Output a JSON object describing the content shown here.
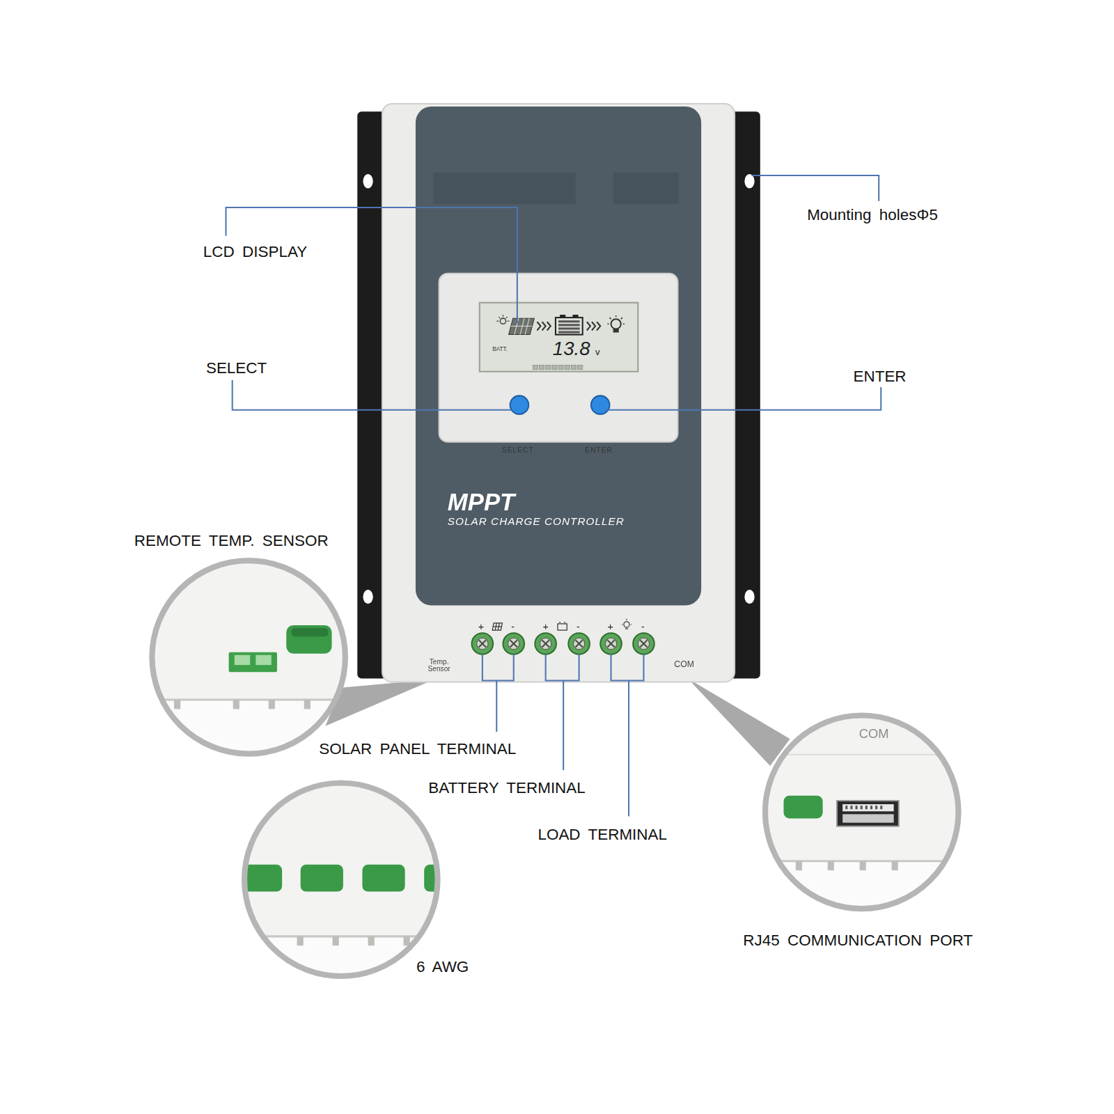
{
  "diagram": {
    "labels": [
      "LCD DISPLAY",
      "Mounting holesΦ5",
      "BATT.",
      "13.8",
      "v",
      "SELECT",
      "ENTER",
      "SELECT",
      "ENTER",
      "MPPT",
      "SOLAR CHARGE CONTROLLER",
      "REMOTE TEMP. SENSOR",
      "+",
      "-",
      "+",
      "-",
      "+",
      "-",
      "Temp. Sensor",
      "COM",
      "SOLAR PANEL TERMINAL",
      "BATTERY TERMINAL",
      "LOAD TERMINAL",
      "COM",
      "RJ45 COMMUNICATION PORT",
      "6 AWG"
    ]
  }
}
